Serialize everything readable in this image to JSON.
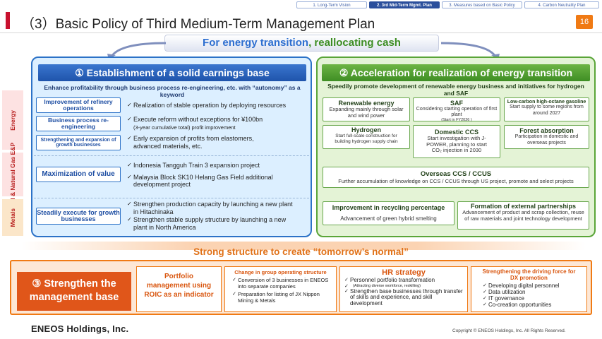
{
  "tabs": [
    "1. Long-Term Vision",
    "2. 3rd Mid-Term Mgmt. Plan",
    "3. Measures based on Basic Policy",
    "4. Carbon Neutrality Plan"
  ],
  "title": "（3）Basic Policy of Third Medium-Term Management Plan",
  "page_number": "16",
  "banner": {
    "part1": "For energy transition",
    "part2": ", reallocating cash"
  },
  "sidebar": {
    "energy": "Energy",
    "oil_gas": "Oil & Natural Gas E&P",
    "metals": "Metals"
  },
  "policy1": {
    "heading": "① Establishment of a solid earnings base",
    "subheading": "Enhance profitability through business process re-engineering, etc. with “autonomy” as a keyword",
    "rows": [
      {
        "label": "Improvement of refinery operations",
        "bullets": [
          "Realization of stable operation by deploying resources"
        ]
      },
      {
        "label": "Business process re-engineering",
        "bullets": [
          "Execute reform without exceptions for ¥100bn"
        ],
        "note": "(3-year cumulative total) profit improvement"
      },
      {
        "label": "Strengthening and expansion of growth businesses",
        "bullets": [
          "Early expansion of profits from elastomers, advanced materials, etc."
        ]
      },
      {
        "label": "Maximization of value",
        "bullets": [
          "Indonesia Tangguh Train 3 expansion project",
          "Malaysia Block SK10 Helang Gas Field additional development project"
        ]
      },
      {
        "label": "Steadily execute for growth businesses",
        "bullets": [
          "Strengthen production capacity by launching a new plant in Hitachinaka",
          "Strengthen stable supply structure by launching a new plant in North America"
        ]
      }
    ]
  },
  "policy2": {
    "heading": "② Acceleration for realization of energy transition",
    "subheading": "Speedily promote development of renewable energy business and initiatives for hydrogen and SAF",
    "boxes": {
      "renewable": {
        "title": "Renewable energy",
        "body": "Expanding mainly through solar and wind power"
      },
      "saf": {
        "title": "SAF",
        "body": "Considering starting operation of first plant",
        "note": "(Start in FY2026 )"
      },
      "lowcarbon": {
        "title": "Low-carbon high-octane gasoline",
        "body": "Start supply to some regions from around 2027"
      },
      "hydrogen": {
        "title": "Hydrogen",
        "body": "Start full-scale construction for building hydrogen supply chain"
      },
      "domestic_ccs": {
        "title": "Domestic CCS",
        "body": "Start investigation with J-POWER, planning to start CO₂ injection in 2030"
      },
      "forest": {
        "title": "Forest absorption",
        "body": "Participation in domestic and overseas projects"
      },
      "overseas_ccs": {
        "title": "Overseas CCS / CCUS",
        "body": "Further accumulation of knowledge on CCS / CCUS through US project, promote and select projects"
      },
      "recycling": {
        "title": "Improvement in recycling percentage",
        "body": "Advancement of green hybrid smelting"
      },
      "partnerships": {
        "title": "Formation of external partnerships",
        "body": "Advancement of product and scrap collection, reuse of raw materials and joint technology development"
      }
    }
  },
  "strong_structure": "Strong structure to create “tomorrow’s normal”",
  "policy3": {
    "heading": "③ Strengthen the management base",
    "portfolio": "Portfolio management using ROIC as an indicator",
    "group_ops": {
      "title": "Change in group operating structure",
      "items": [
        "Conversion of 3 businesses in ENEOS into separate companies",
        "Preparation for listing of JX Nippon Mining & Metals"
      ]
    },
    "hr": {
      "title": "HR strategy",
      "item1": "Personnel portfolio transformation",
      "item1_note": "(Attracting diverse workforce, reskilling)",
      "item2": "Strengthen base businesses through transfer of skills and experience, and skill development"
    },
    "dx": {
      "title": "Strengthening the driving force for DX promotion",
      "items": [
        "Developing digital personnel",
        "Data utilization",
        "IT governance",
        "Co-creation opportunities"
      ]
    }
  },
  "footer": {
    "logo": "ENEOS Holdings, Inc.",
    "copyright": "Copyright © ENEOS Holdings, Inc. All Rights Reserved."
  }
}
